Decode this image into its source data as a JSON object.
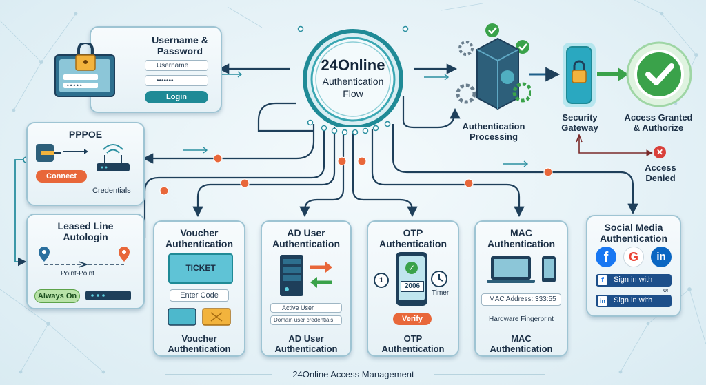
{
  "hub": {
    "brand": "24Online",
    "line1": "Authentication",
    "line2": "Flow"
  },
  "login_card": {
    "title_line1": "Username &",
    "title_line2": "Password",
    "username_placeholder": "Username",
    "password_value": "•••••••",
    "login_button": "Login"
  },
  "pppoe_card": {
    "title": "PPPOE",
    "connect_button": "Connect",
    "credentials_label": "Credentials"
  },
  "leased_card": {
    "title_line1": "Leased Line",
    "title_line2": "Autologin",
    "point_label": "Point-Point",
    "always_on": "Always On"
  },
  "voucher_card": {
    "title_line1": "Voucher",
    "title_line2": "Authentication",
    "ticket_label": "TICKET",
    "enter_code": "Enter Code",
    "caption_line1": "Voucher",
    "caption_line2": "Authentication"
  },
  "ad_card": {
    "title_line1": "AD User",
    "title_line2": "Authentication",
    "active_user": "Active User",
    "domain_credentials": "Domain user credentials",
    "caption_line1": "AD User",
    "caption_line2": "Authentication"
  },
  "otp_card": {
    "title_line1": "OTP",
    "title_line2": "Authentication",
    "code": "2006",
    "step": "1",
    "timer_label": "Timer",
    "verify_button": "Verify",
    "caption_line1": "OTP",
    "caption_line2": "Authentication"
  },
  "mac_card": {
    "title_line1": "MAC",
    "title_line2": "Authentication",
    "mac_address": "MAC Address: 333:55",
    "hardware_label": "Hardware Fingerprint",
    "caption_line1": "MAC",
    "caption_line2": "Authentication"
  },
  "social_card": {
    "title_line1": "Social Media",
    "title_line2": "Authentication",
    "signin_facebook": "Sign in with",
    "or_label": "or",
    "signin_linkedin": "Sign in with"
  },
  "processing": {
    "label_line1": "Authentication",
    "label_line2": "Processing"
  },
  "gateway": {
    "label_line1": "Security",
    "label_line2": "Gateway"
  },
  "granted": {
    "label_line1": "Access Granted",
    "label_line2": "& Authorize"
  },
  "denied": {
    "label_line1": "Access",
    "label_line2": "Denied"
  },
  "footer": {
    "label": "24Online Access Management"
  },
  "colors": {
    "accent_teal": "#1f8a96",
    "dark_line": "#1e3f5a",
    "orange": "#e8673a",
    "green": "#3aa24a",
    "red": "#d9403a"
  }
}
